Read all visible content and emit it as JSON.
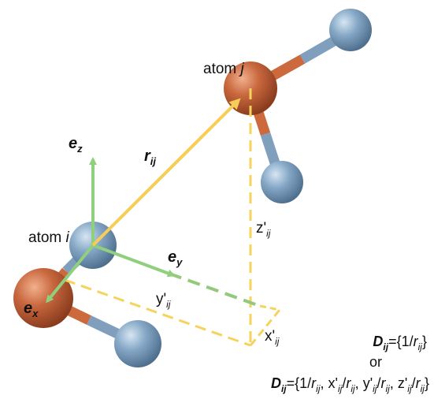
{
  "labels": {
    "atom_j": {
      "prefix": "atom ",
      "italic": "j"
    },
    "atom_i": {
      "prefix": "atom ",
      "italic": "i"
    },
    "ez": {
      "base": "e",
      "sub": "z"
    },
    "ey": {
      "base": "e",
      "sub": "y"
    },
    "ex": {
      "base": "e",
      "sub": "x"
    },
    "rij": {
      "base": "r",
      "sub": "ij"
    },
    "zp": {
      "base": "z'",
      "sub": "ij"
    },
    "yp": {
      "base": "y'",
      "sub": "ij"
    },
    "xp": {
      "base": "x'",
      "sub": "ij"
    }
  },
  "formula": {
    "line1": {
      "D": "D",
      "sub": "ij",
      "rest": "={1/",
      "r": "r",
      "rsub": "ij",
      "close": "}"
    },
    "or": "or",
    "line2": {
      "D": "D",
      "sub": "ij",
      "open": "={1/",
      "r": "r",
      "rsub": "ij",
      "x": "x'",
      "y": "y'",
      "z": "z'",
      "close": "}"
    }
  },
  "colors": {
    "carbon": "#c0603a",
    "hydrogen": "#7a9fc0",
    "bond_orange": "#cc6a3e",
    "bond_blue": "#7f9fbd",
    "axis_green": "#8fcf7d",
    "rij_yellow": "#f7cd58",
    "dashed_yellow": "#f5d35c",
    "dashed_green": "#94c97b"
  }
}
